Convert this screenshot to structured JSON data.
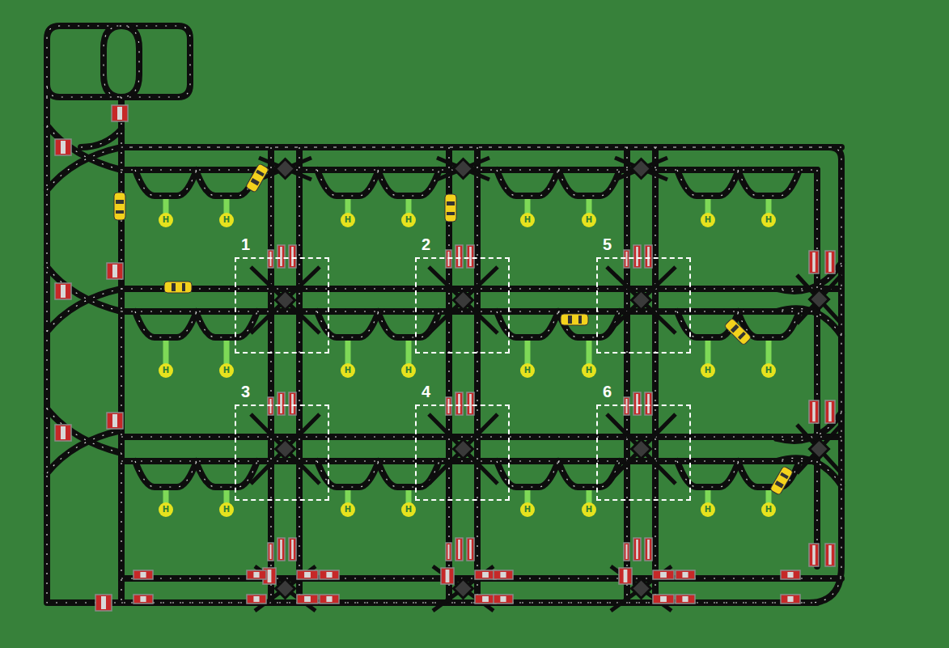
{
  "diagram": {
    "nodes": [
      {
        "text": [
          "H"
        ]
      },
      {
        "text": [
          "H"
        ]
      },
      {
        "text": [
          "H"
        ]
      },
      {
        "text": [
          "H"
        ]
      },
      {
        "text": [
          "H"
        ]
      },
      {
        "text": [
          "H"
        ]
      },
      {
        "text": [
          "H"
        ]
      },
      {
        "text": [
          "H"
        ]
      },
      {
        "text": [
          "1"
        ]
      },
      {
        "text": [
          "2"
        ]
      },
      {
        "text": [
          "5"
        ]
      },
      {
        "text": [
          "H"
        ]
      },
      {
        "text": [
          "H"
        ]
      },
      {
        "text": [
          "H"
        ]
      },
      {
        "text": [
          "H"
        ]
      },
      {
        "text": [
          "H"
        ]
      },
      {
        "text": [
          "H"
        ]
      },
      {
        "text": [
          "H"
        ]
      },
      {
        "text": [
          "H"
        ]
      },
      {
        "text": [
          "3"
        ]
      },
      {
        "text": [
          "4"
        ]
      },
      {
        "text": [
          "6"
        ]
      },
      {
        "text": [
          "H"
        ]
      },
      {
        "text": [
          "H"
        ]
      },
      {
        "text": [
          "H"
        ]
      },
      {
        "text": [
          "H"
        ]
      },
      {
        "text": [
          "H"
        ]
      },
      {
        "text": [
          "H"
        ]
      },
      {
        "text": [
          "H"
        ]
      },
      {
        "text": [
          "H"
        ]
      }
    ]
  }
}
